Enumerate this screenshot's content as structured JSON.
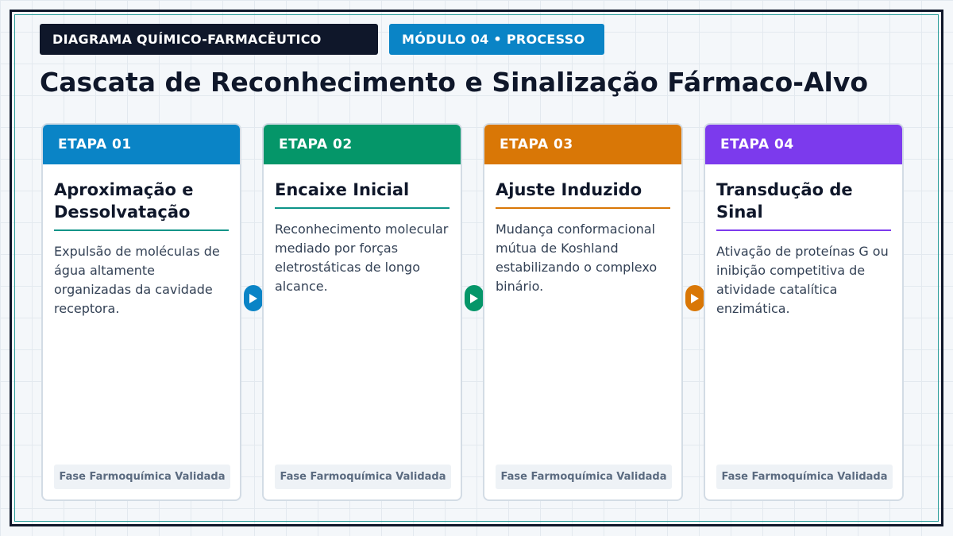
{
  "badges": {
    "category": "DIAGRAMA QUÍMICO-FARMACÊUTICO",
    "module": "MÓDULO 04 • PROCESSO"
  },
  "title": "Cascata de Reconhecimento e Sinalização Fármaco-Alvo",
  "colors": {
    "step1": "#0a84c6",
    "step2": "#059669",
    "step3": "#d97706",
    "step4": "#7c3aed",
    "step1_rule": "#0d9488",
    "step2_rule": "#0d9488",
    "step3_rule": "#d97706",
    "step4_rule": "#7c3aed"
  },
  "steps": [
    {
      "label": "ETAPA 01",
      "title": "Aproximação e Dessolvatação",
      "description": "Expulsão de moléculas de água altamente organizadas da cavidade receptora.",
      "footer": "Fase Farmoquímica Validada"
    },
    {
      "label": "ETAPA 02",
      "title": "Encaixe Inicial",
      "description": "Reconhecimento molecular mediado por forças eletrostáticas de longo alcance.",
      "footer": "Fase Farmoquímica Validada"
    },
    {
      "label": "ETAPA 03",
      "title": "Ajuste Induzido",
      "description": "Mudança conformacional mútua de Koshland estabilizando o complexo binário.",
      "footer": "Fase Farmoquímica Validada"
    },
    {
      "label": "ETAPA 04",
      "title": "Transdução de Sinal",
      "description": "Ativação de proteínas G ou inibição competitiva de atividade catalítica enzimática.",
      "footer": "Fase Farmoquímica Validada"
    }
  ],
  "connectors": [
    "arrow-right-icon",
    "arrow-right-icon",
    "arrow-right-icon"
  ]
}
